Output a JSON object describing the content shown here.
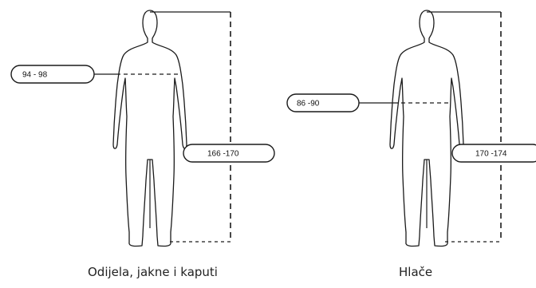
{
  "left_panel": {
    "chest_label": "94 - 98",
    "height_label": "166 -170",
    "caption": "Odijela, jakne i kaputi"
  },
  "right_panel": {
    "waist_label": "86 -90",
    "height_label": "170 -174",
    "caption": "Hlače"
  }
}
